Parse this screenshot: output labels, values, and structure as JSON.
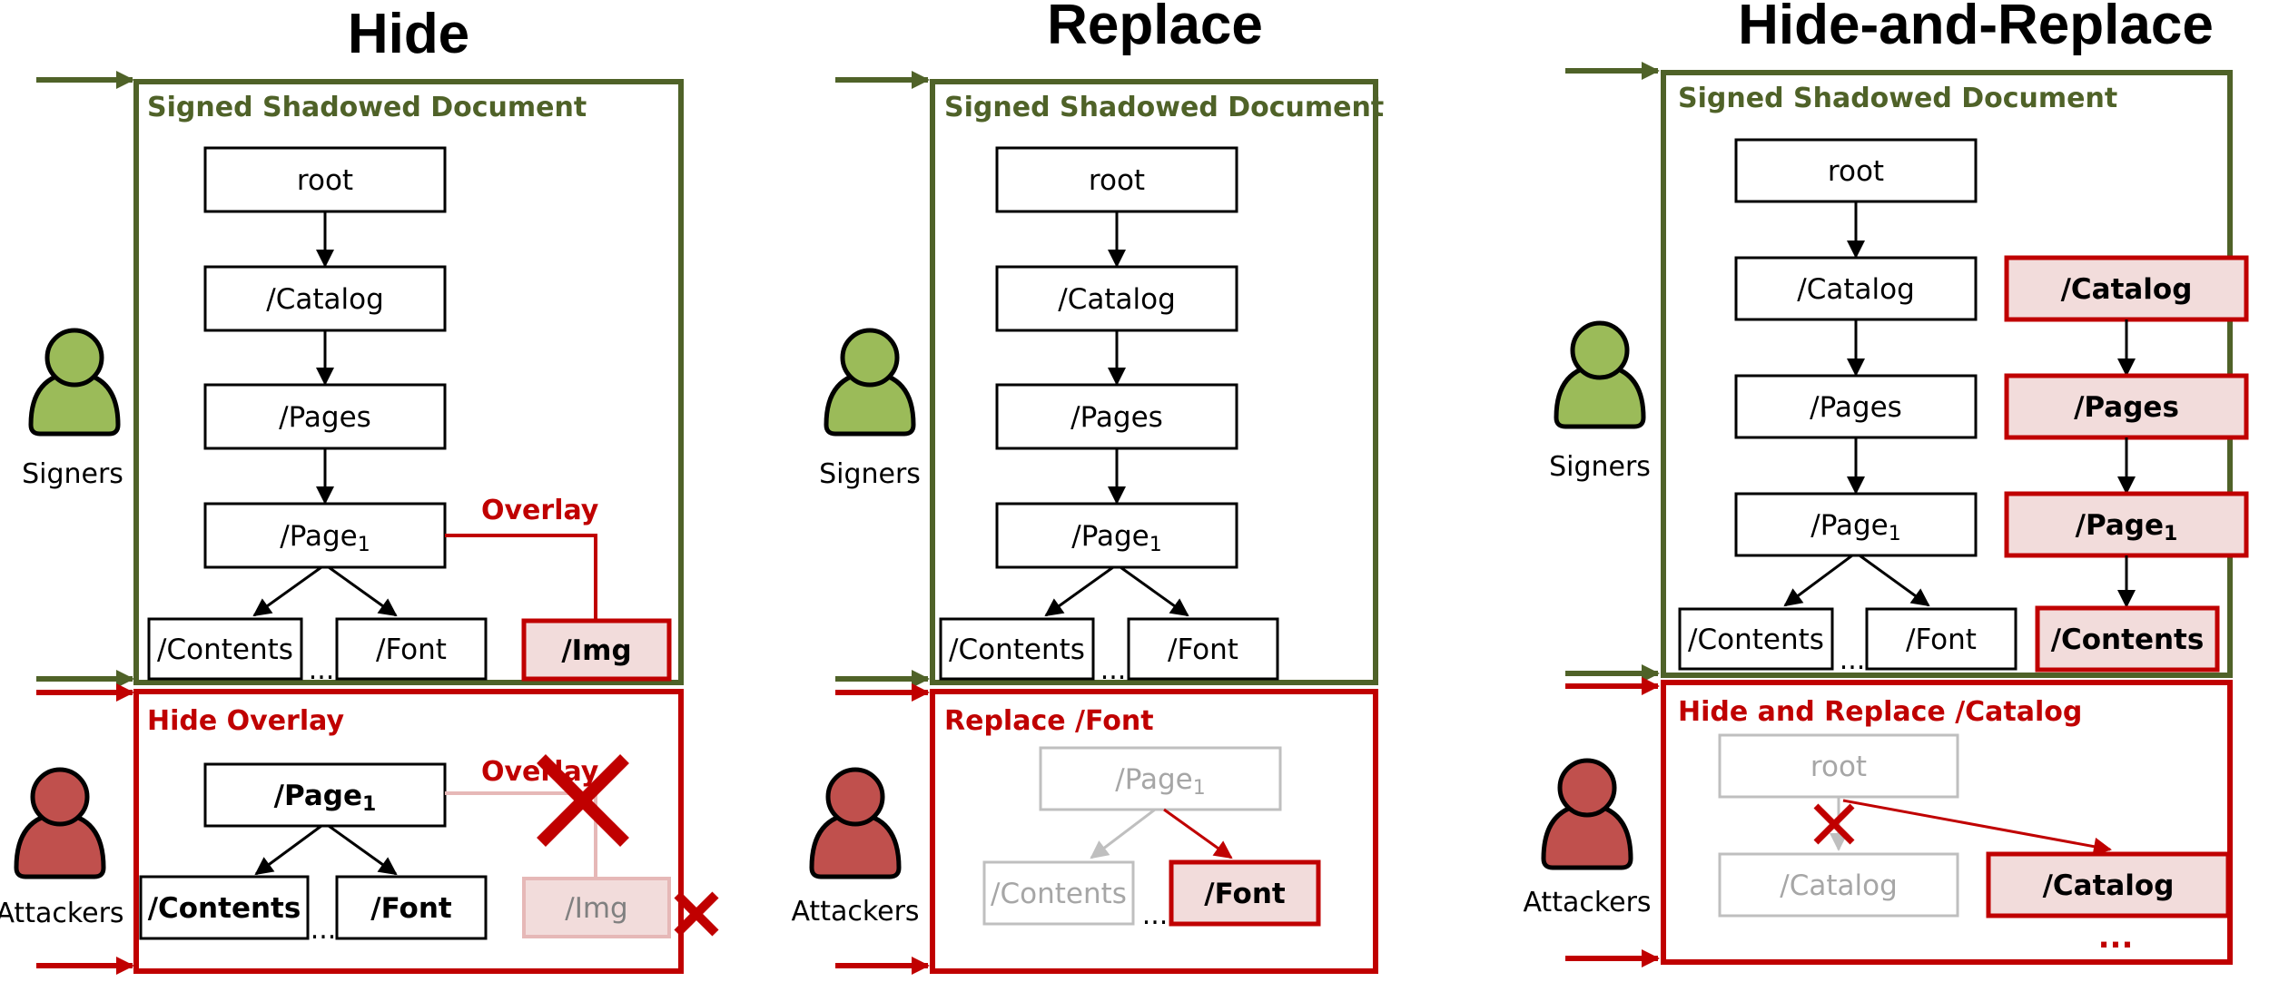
{
  "colors": {
    "signed_green": "#4f6228",
    "attack_red": "#c00000",
    "faded_gray": "#bfbfbf",
    "highlight_fill": "#f2dcdb",
    "signer_green": "#9bbb59",
    "attacker_red": "#c0504d"
  },
  "actors": {
    "signers": "Signers",
    "attackers": "Attackers"
  },
  "panels": {
    "hide": {
      "title": "Hide",
      "signed_label": "Signed Shadowed Document",
      "attack_label": "Hide Overlay",
      "signed_nodes": {
        "root": "root",
        "catalog": "/Catalog",
        "pages": "/Pages",
        "page1": "/Page",
        "page1_sub": "1",
        "contents": "/Contents",
        "font": "/Font",
        "img": "/Img",
        "dots": "..."
      },
      "overlay_label": "Overlay",
      "attack_nodes": {
        "page1": "/Page",
        "page1_sub": "1",
        "contents": "/Contents",
        "font": "/Font",
        "img": "/Img",
        "dots": "...",
        "overlay": "Overlay"
      }
    },
    "replace": {
      "title": "Replace",
      "signed_label": "Signed Shadowed Document",
      "attack_label": "Replace /Font",
      "signed_nodes": {
        "root": "root",
        "catalog": "/Catalog",
        "pages": "/Pages",
        "page1": "/Page",
        "page1_sub": "1",
        "contents": "/Contents",
        "font": "/Font",
        "dots": "..."
      },
      "attack_nodes": {
        "page1": "/Page",
        "page1_sub": "1",
        "contents": "/Contents",
        "font": "/Font",
        "dots": "..."
      }
    },
    "hide_replace": {
      "title": "Hide-and-Replace",
      "signed_label": "Signed Shadowed Document",
      "attack_label": "Hide and Replace /Catalog",
      "signed_nodes": {
        "root": "root",
        "catalog": "/Catalog",
        "pages": "/Pages",
        "page1": "/Page",
        "page1_sub": "1",
        "contents": "/Contents",
        "font": "/Font",
        "dots": "...",
        "shadow_catalog": "/Catalog",
        "shadow_pages": "/Pages",
        "shadow_page1": "/Page",
        "shadow_page1_sub": "1",
        "shadow_contents": "/Contents"
      },
      "attack_nodes": {
        "root": "root",
        "catalog": "/Catalog",
        "new_catalog": "/Catalog",
        "dots": "..."
      }
    }
  }
}
